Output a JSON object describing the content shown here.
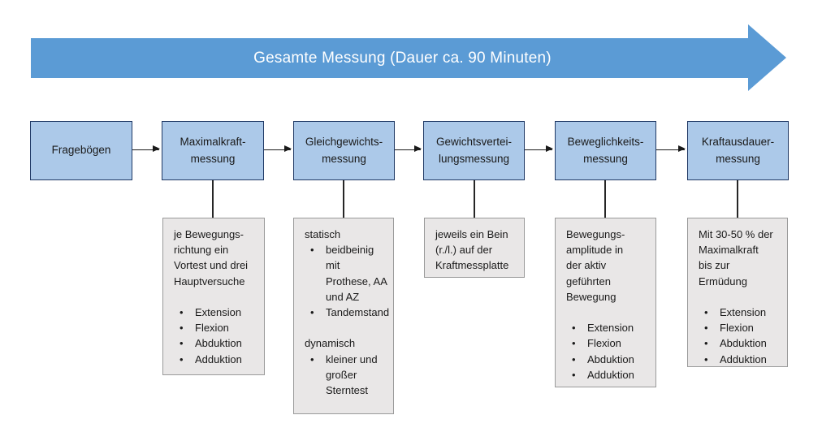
{
  "banner": {
    "label": "Gesamte Messung (Dauer ca. 90 Minuten)"
  },
  "colors": {
    "arrow_blue": "#5B9BD5",
    "box_fill": "#ACC9E9",
    "box_border": "#1F3864",
    "detail_fill": "#E9E7E7",
    "detail_border": "#9A9A9A",
    "connector": "#1a1a1a"
  },
  "steps": [
    {
      "label": "Fragebögen"
    },
    {
      "label": "Maximalkraft-\nmessung",
      "detail": {
        "intro": "je Bewegungs-\nrichtung ein\nVortest und drei\nHauptversuche",
        "bullets": [
          "Extension",
          "Flexion",
          "Abduktion",
          "Adduktion"
        ]
      }
    },
    {
      "label": "Gleichgewichts-\nmessung",
      "detail": {
        "section1_title": "statisch",
        "section1_bullets": [
          "beidbeinig\nmit\nProthese, AA\nund AZ",
          "Tandemstand"
        ],
        "section2_title": "dynamisch",
        "section2_bullets": [
          "kleiner und\ngroßer\nSterntest"
        ]
      }
    },
    {
      "label": "Gewichtsvertei-\nlungsmessung",
      "detail": {
        "intro": "jeweils ein Bein\n(r./l.) auf der\nKraftmessplatte"
      }
    },
    {
      "label": "Beweglichkeits-\nmessung",
      "detail": {
        "intro": "Bewegungs-\namplitude in\nder aktiv\ngeführten\nBewegung",
        "bullets": [
          "Extension",
          "Flexion",
          "Abduktion",
          "Adduktion"
        ]
      }
    },
    {
      "label": "Kraftausdauer-\nmessung",
      "detail": {
        "intro": "Mit 30-50 % der\nMaximalkraft\nbis zur\nErmüdung",
        "bullets": [
          "Extension",
          "Flexion",
          "Abduktion",
          "Adduktion"
        ]
      }
    }
  ]
}
